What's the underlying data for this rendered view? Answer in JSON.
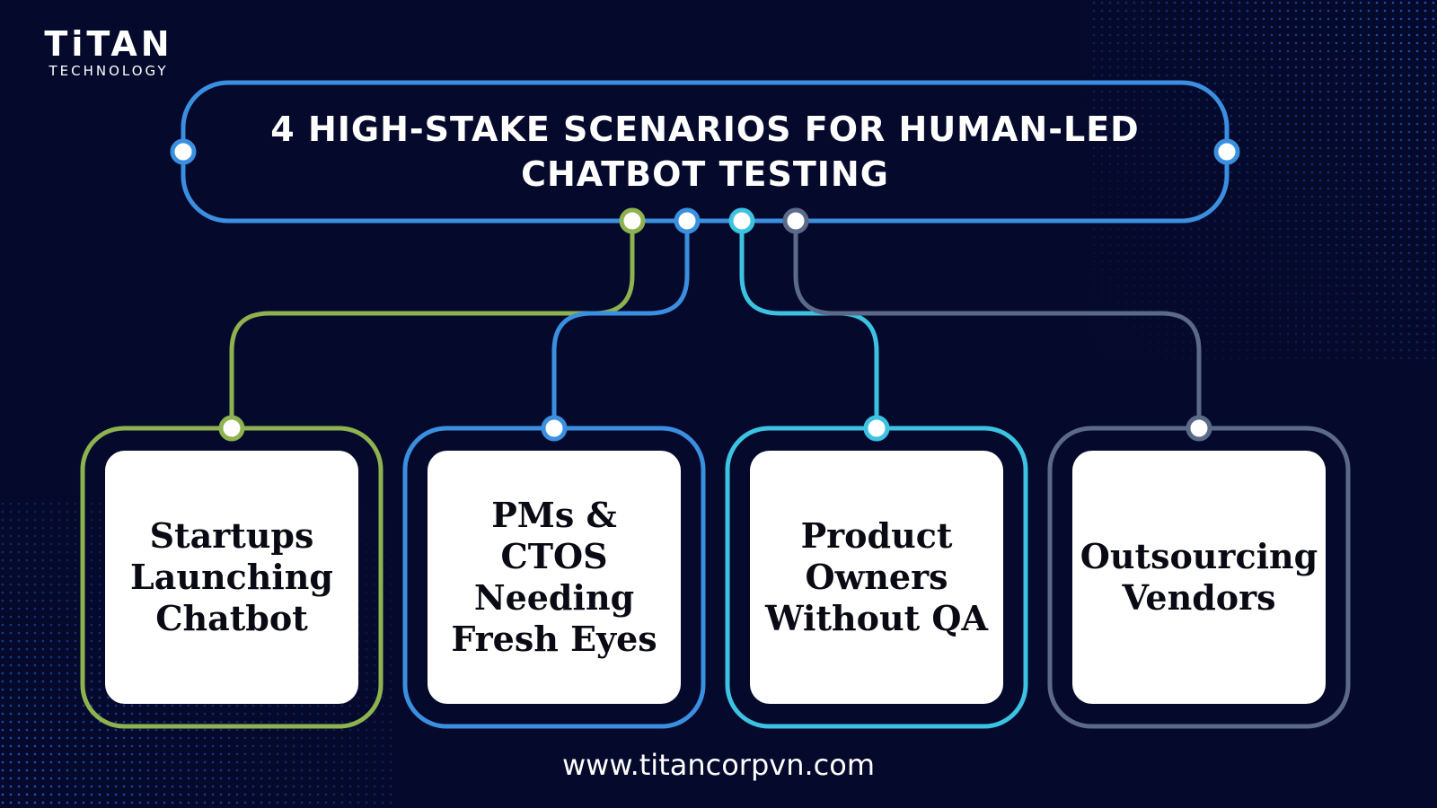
{
  "logo": {
    "name": "TiTAN",
    "tagline": "TECHNOLOGY"
  },
  "title": {
    "line1": "4 HIGH-STAKE SCENARIOS FOR HUMAN-LED",
    "line2": "CHATBOT TESTING"
  },
  "cards": [
    {
      "lines": [
        "Startups",
        "Launching",
        "Chatbot"
      ],
      "color": "#8db24f"
    },
    {
      "lines": [
        "PMs &",
        "CTOS",
        "Needing",
        "Fresh Eyes"
      ],
      "color": "#3b8fe0"
    },
    {
      "lines": [
        "Product",
        "Owners",
        "Without QA"
      ],
      "color": "#3cc3e2"
    },
    {
      "lines": [
        "Outsourcing",
        "Vendors"
      ],
      "color": "#5b6a88"
    }
  ],
  "colors": {
    "background": "#050a2c",
    "title_frame": "#3b8fe0",
    "text": "#ffffff"
  },
  "footer": {
    "url": "www.titancorpvn.com"
  }
}
